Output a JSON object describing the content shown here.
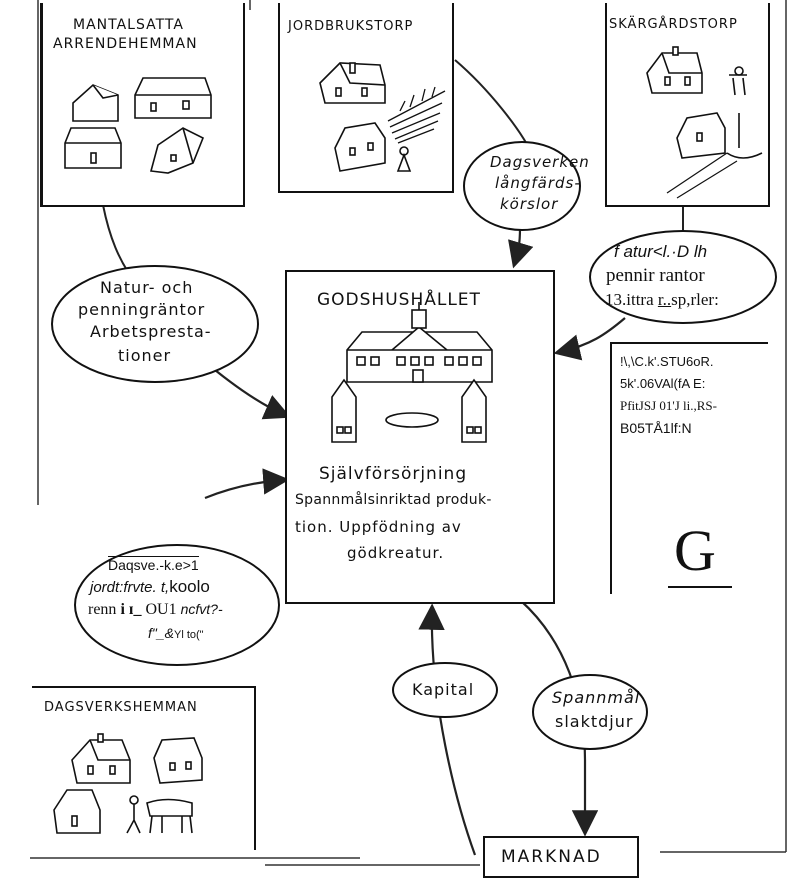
{
  "boxes": {
    "mantalsatta": {
      "line1": "MANTALSATTA",
      "line2": "ARRENDEHEMMAN"
    },
    "jordbrukstorp": {
      "title": "JORDBRUKSTORP"
    },
    "skargardstorp": {
      "title": "SKÄRGÅRDSTORP"
    },
    "godshushallet": {
      "title": "GODSHUSHÅLLET",
      "line1": "Självförsörjning",
      "line2": "Spannmålsinriktad produk-",
      "line3": "tion. Uppfödning av",
      "line4": "gödkreatur."
    },
    "dagsverkshemman": {
      "title": "DAGSVERKSHEMMAN"
    },
    "marknad": {
      "title": "MARKNAD"
    },
    "g_box": {
      "line1": "!\\,\\C.k'.STU6oR.",
      "line2": "5k'.06VAl(fA E:",
      "line3": "PfitJSJ 01'J li.,RS-",
      "line4": "B05TÅ1lf:N",
      "letter": "G"
    }
  },
  "bubbles": {
    "dagsverken": {
      "line1": "Dagsverken",
      "line2": "långfärds-",
      "line3": "körslor"
    },
    "natur": {
      "line1": "Natur- och",
      "line2": "penningräntor",
      "line3": "Arbetspresta-",
      "line4": "tioner"
    },
    "skargard_right": {
      "line1": "f atur<l.·D lh",
      "line2": "pennir rantor",
      "line3a": "13.ittra ",
      "line3b": "r..",
      "line3c": "sp,rler:"
    },
    "dagsverke_left": {
      "line1": "Daqsve.-k.e>1",
      "line2a": "jordt:frvte. t,",
      "line2b": "koolo",
      "line3a": "renn ",
      "line3b": "i ɪ_",
      "line3c": " OU1 ",
      "line3d": "ncfvt?-",
      "line4a": "f\"_&",
      "line4b": "Yl to(\""
    },
    "kapital": {
      "label": "Kapital"
    },
    "spannmal": {
      "line1": "Spannmål",
      "line2": "slaktdjur"
    }
  }
}
